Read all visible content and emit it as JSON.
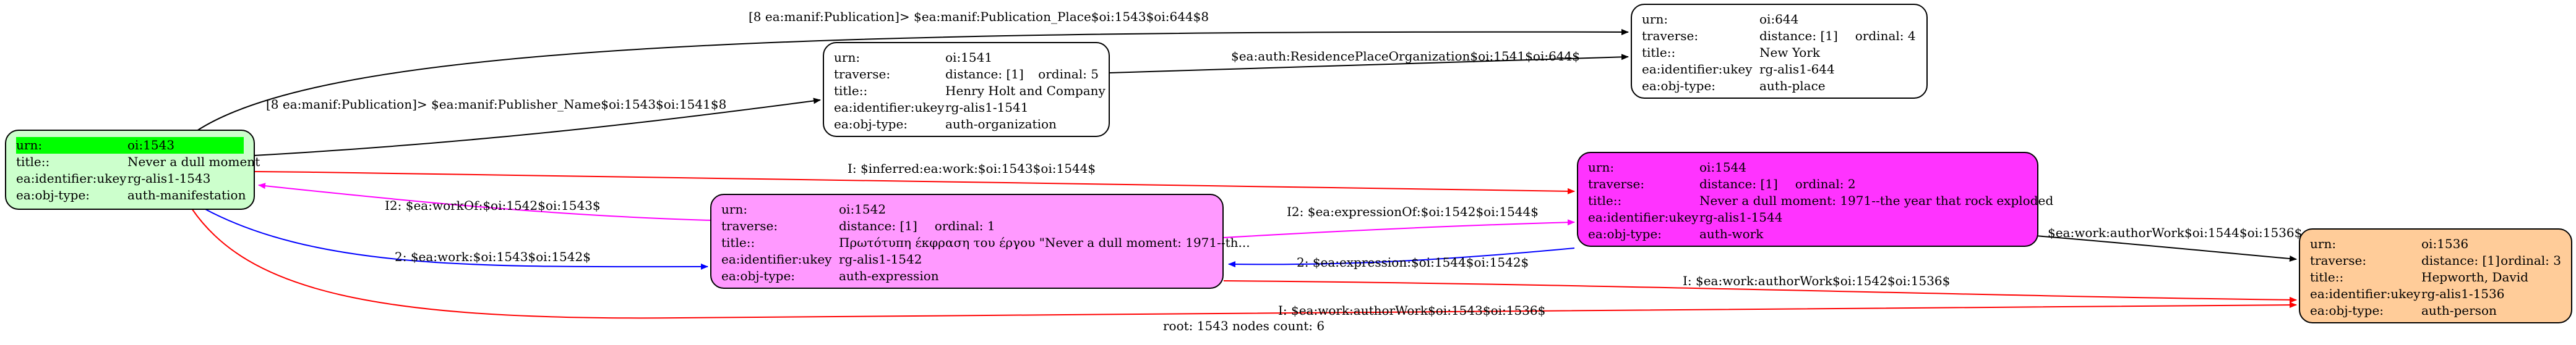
{
  "footer": "root: 1543 nodes count: 6",
  "nodes": {
    "n1543": {
      "urn": "urn:",
      "urn_v": "oi:1543",
      "title": "title::",
      "title_v": "Never a dull moment",
      "ukey": "ea:identifier:ukey",
      "ukey_v": "rg-alis1-1543",
      "otype": "ea:obj-type:",
      "otype_v": "auth-manifestation",
      "fill": "#ccffcc"
    },
    "n1541": {
      "urn": "urn:",
      "urn_v": "oi:1541",
      "trav": "traverse:",
      "trav_v": "distance: [1]",
      "ord": "ordinal: 5",
      "title": "title::",
      "title_v": "Henry Holt and Company",
      "ukey": "ea:identifier:ukey",
      "ukey_v": "rg-alis1-1541",
      "otype": "ea:obj-type:",
      "otype_v": "auth-organization",
      "fill": "#ffffff"
    },
    "n644": {
      "urn": "urn:",
      "urn_v": "oi:644",
      "trav": "traverse:",
      "trav_v": "distance: [1]",
      "ord": "ordinal: 4",
      "title": "title::",
      "title_v": "New York",
      "ukey": "ea:identifier:ukey",
      "ukey_v": "rg-alis1-644",
      "otype": "ea:obj-type:",
      "otype_v": "auth-place",
      "fill": "#ffffff"
    },
    "n1542": {
      "urn": "urn:",
      "urn_v": "oi:1542",
      "trav": "traverse:",
      "trav_v": "distance: [1]",
      "ord": "ordinal: 1",
      "title": "title::",
      "title_v": "Πρωτότυπη έκφραση του έργου \"Never a dull moment: 1971--th...",
      "ukey": "ea:identifier:ukey",
      "ukey_v": "rg-alis1-1542",
      "otype": "ea:obj-type:",
      "otype_v": "auth-expression",
      "fill": "#ff99ff"
    },
    "n1544": {
      "urn": "urn:",
      "urn_v": "oi:1544",
      "trav": "traverse:",
      "trav_v": "distance: [1]",
      "ord": "ordinal: 2",
      "title": "title::",
      "title_v": "Never a dull moment: 1971--the year that rock exploded",
      "ukey": "ea:identifier:ukey",
      "ukey_v": "rg-alis1-1544",
      "otype": "ea:obj-type:",
      "otype_v": "auth-work",
      "fill": "#ff33ff"
    },
    "n1536": {
      "urn": "urn:",
      "urn_v": "oi:1536",
      "trav": "traverse:",
      "trav_v": "distance: [1]",
      "ord": "ordinal: 3",
      "title": "title::",
      "title_v": "Hepworth, David",
      "ukey": "ea:identifier:ukey",
      "ukey_v": "rg-alis1-1536",
      "otype": "ea:obj-type:",
      "otype_v": "auth-person",
      "fill": "#ffcc99"
    }
  },
  "edges": {
    "e_1543_644": {
      "label": "[8 ea:manif:Publication]> $ea:manif:Publication_Place$oi:1543$oi:644$8",
      "color": "#000000"
    },
    "e_1543_1541": {
      "label": "[8 ea:manif:Publication]> $ea:manif:Publisher_Name$oi:1543$oi:1541$8",
      "color": "#000000"
    },
    "e_1541_644": {
      "label": "$ea:auth:ResidencePlaceOrganization$oi:1541$oi:644$",
      "color": "#000000"
    },
    "e_1543_1544": {
      "label": "I: $inferred:ea:work:$oi:1543$oi:1544$",
      "color": "#ff0000"
    },
    "e_1542_1543": {
      "label": "I2: $ea:workOf:$oi:1542$oi:1543$",
      "color": "#ff00ff"
    },
    "e_1542_1544": {
      "label": "I2: $ea:expressionOf:$oi:1542$oi:1544$",
      "color": "#ff00ff"
    },
    "e_1543_1542": {
      "label": "2: $ea:work:$oi:1543$oi:1542$",
      "color": "#0000ff"
    },
    "e_1544_1542": {
      "label": "2: $ea:expression:$oi:1544$oi:1542$",
      "color": "#0000ff"
    },
    "e_1544_1536": {
      "label": "$ea:work:authorWork$oi:1544$oi:1536$",
      "color": "#000000"
    },
    "e_1542_1536": {
      "label": "I: $ea:work:authorWork$oi:1542$oi:1536$",
      "color": "#ff0000"
    },
    "e_1543_1536": {
      "label": "I: $ea:work:authorWork$oi:1543$oi:1536$",
      "color": "#ff0000"
    }
  }
}
